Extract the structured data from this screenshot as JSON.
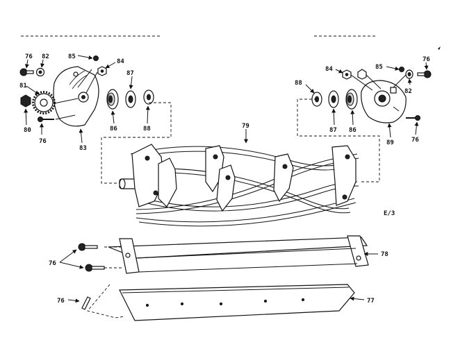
{
  "figure_ref": "E/3",
  "labels": {
    "p76": "76",
    "p77": "77",
    "p78": "78",
    "p79": "79",
    "p80": "80",
    "p81": "81",
    "p82": "82",
    "p83": "83",
    "p84": "84",
    "p85": "85",
    "p86": "86",
    "p87": "87",
    "p88": "88",
    "p89": "89"
  }
}
